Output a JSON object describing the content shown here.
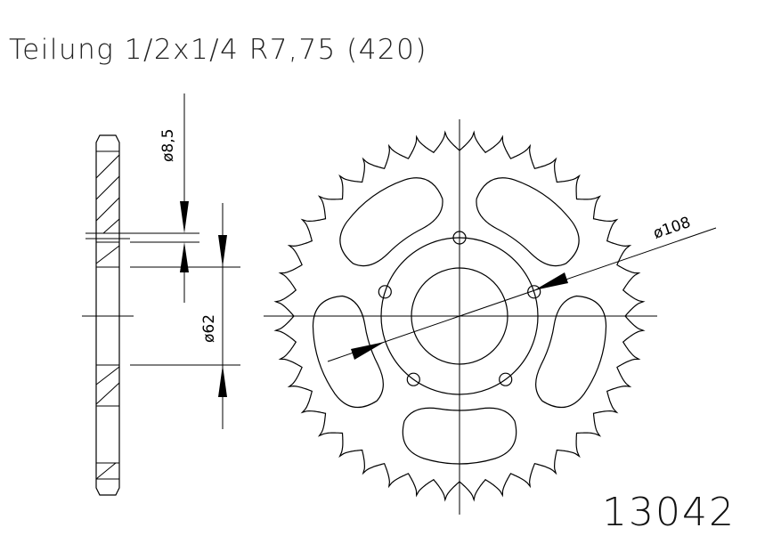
{
  "title": "Teilung 1/2x1/4 R7,75 (420)",
  "part_number": "13042",
  "dimensions": {
    "bolt_hole": "ø8,5",
    "bolt_circle": "ø62",
    "outer": "ø108"
  },
  "sprocket": {
    "teeth": 40,
    "bolt_holes": 5,
    "lightening_holes": 5
  }
}
